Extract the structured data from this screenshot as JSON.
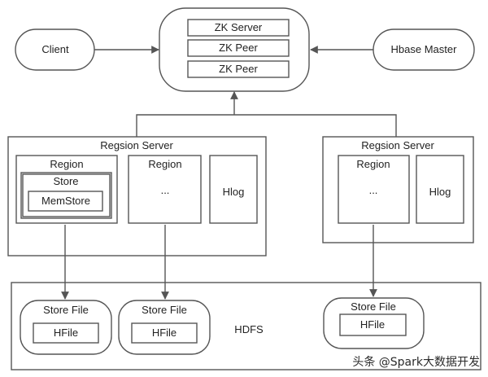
{
  "zk": {
    "server": "ZK Server",
    "peer1": "ZK Peer",
    "peer2": "ZK Peer"
  },
  "client": "Client",
  "hbase_master": "Hbase Master",
  "region_server_1": {
    "title": "Regsion Server",
    "region_a": {
      "label": "Region",
      "store": "Store",
      "memstore": "MemStore"
    },
    "region_b": {
      "label": "Region",
      "dots": "..."
    },
    "hlog": "Hlog"
  },
  "region_server_2": {
    "title": "Regsion Server",
    "region": {
      "label": "Region",
      "dots": "..."
    },
    "hlog": "Hlog"
  },
  "hdfs": {
    "label": "HDFS",
    "store_files": [
      {
        "label": "Store File",
        "hfile": "HFile"
      },
      {
        "label": "Store File",
        "hfile": "HFile"
      },
      {
        "label": "Store File",
        "hfile": "HFile"
      }
    ]
  },
  "watermark": "头条 @Spark大数据开发",
  "colors": {
    "stroke": "#555555",
    "text": "#222222",
    "background": "#ffffff"
  }
}
